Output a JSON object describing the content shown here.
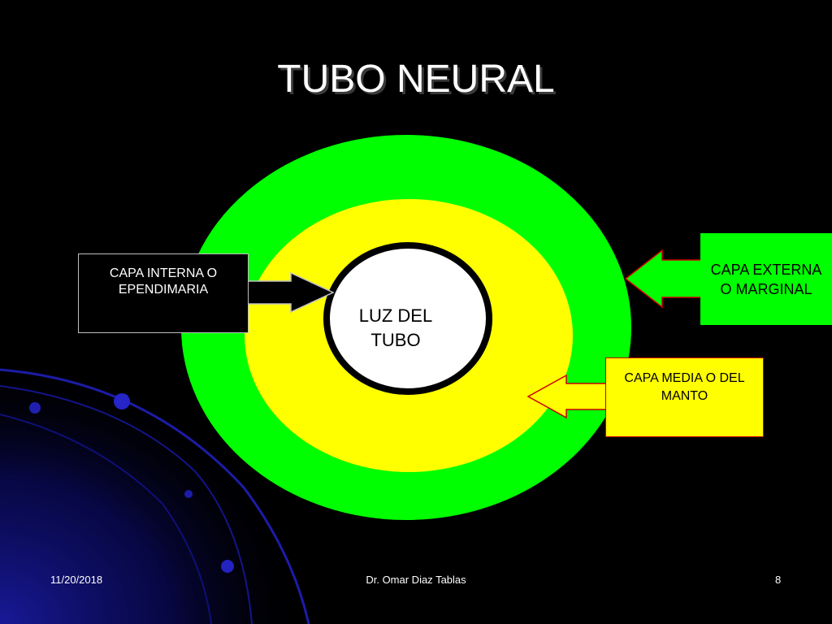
{
  "slide": {
    "title": "TUBO NEURAL"
  },
  "diagram": {
    "center_label": "LUZ DEL TUBO",
    "labels": {
      "interna": "CAPA  INTERNA O EPENDIMARIA",
      "externa": "CAPA EXTERNA  O MARGINAL",
      "media": "CAPA MEDIA O DEL MANTO"
    },
    "colors": {
      "outer_layer": "#00ff00",
      "middle_layer": "#ffff00",
      "lumen": "#ffffff",
      "background": "#000000",
      "media_box_border": "#cc0000"
    }
  },
  "footer": {
    "date": "11/20/2018",
    "author": "Dr. Omar Diaz Tablas",
    "page": "8"
  }
}
